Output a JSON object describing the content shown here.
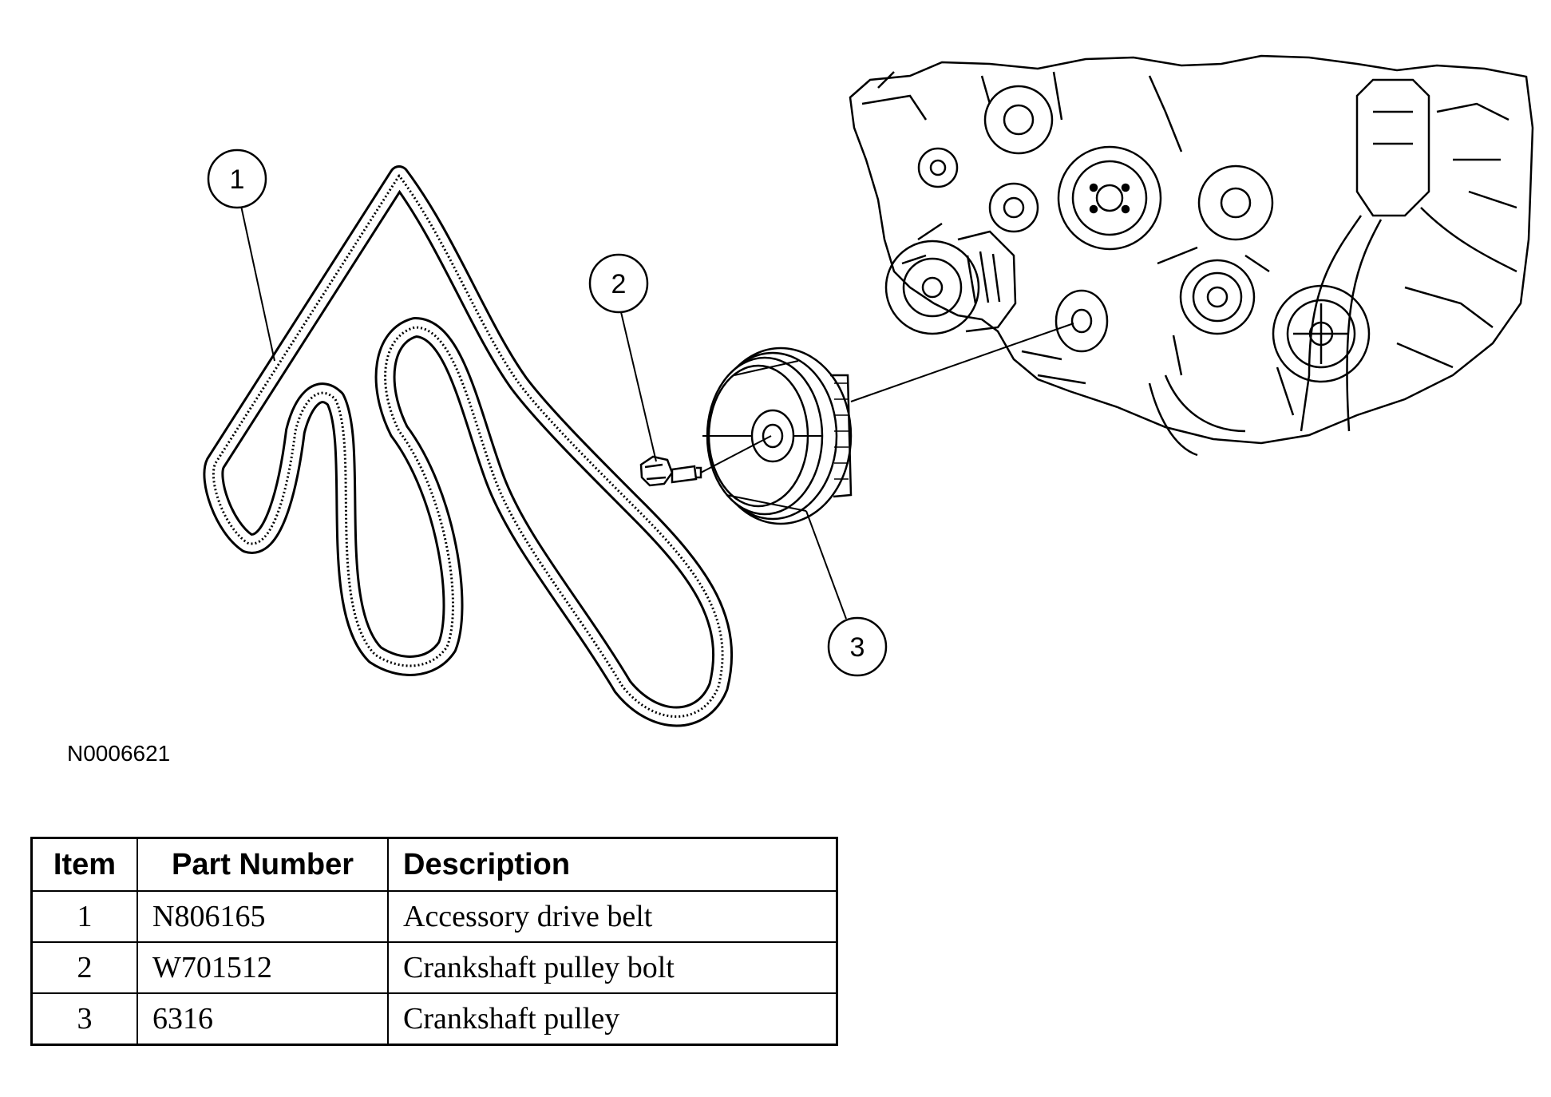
{
  "figure": {
    "id": "N0006621",
    "callouts": [
      "1",
      "2",
      "3"
    ],
    "illustrations": [
      {
        "name": "accessory-drive-belt",
        "icon": "serpentine-belt-drawing"
      },
      {
        "name": "crankshaft-pulley-bolt",
        "icon": "bolt-drawing"
      },
      {
        "name": "crankshaft-pulley",
        "icon": "pulley-drawing"
      },
      {
        "name": "engine-front",
        "icon": "engine-front-drawing"
      }
    ]
  },
  "parts_table": {
    "headers": {
      "item": "Item",
      "part_number": "Part Number",
      "description": "Description"
    },
    "rows": [
      {
        "item": "1",
        "part_number": "N806165",
        "description": "Accessory drive belt"
      },
      {
        "item": "2",
        "part_number": "W701512",
        "description": "Crankshaft pulley bolt"
      },
      {
        "item": "3",
        "part_number": "6316",
        "description": "Crankshaft pulley"
      }
    ]
  }
}
